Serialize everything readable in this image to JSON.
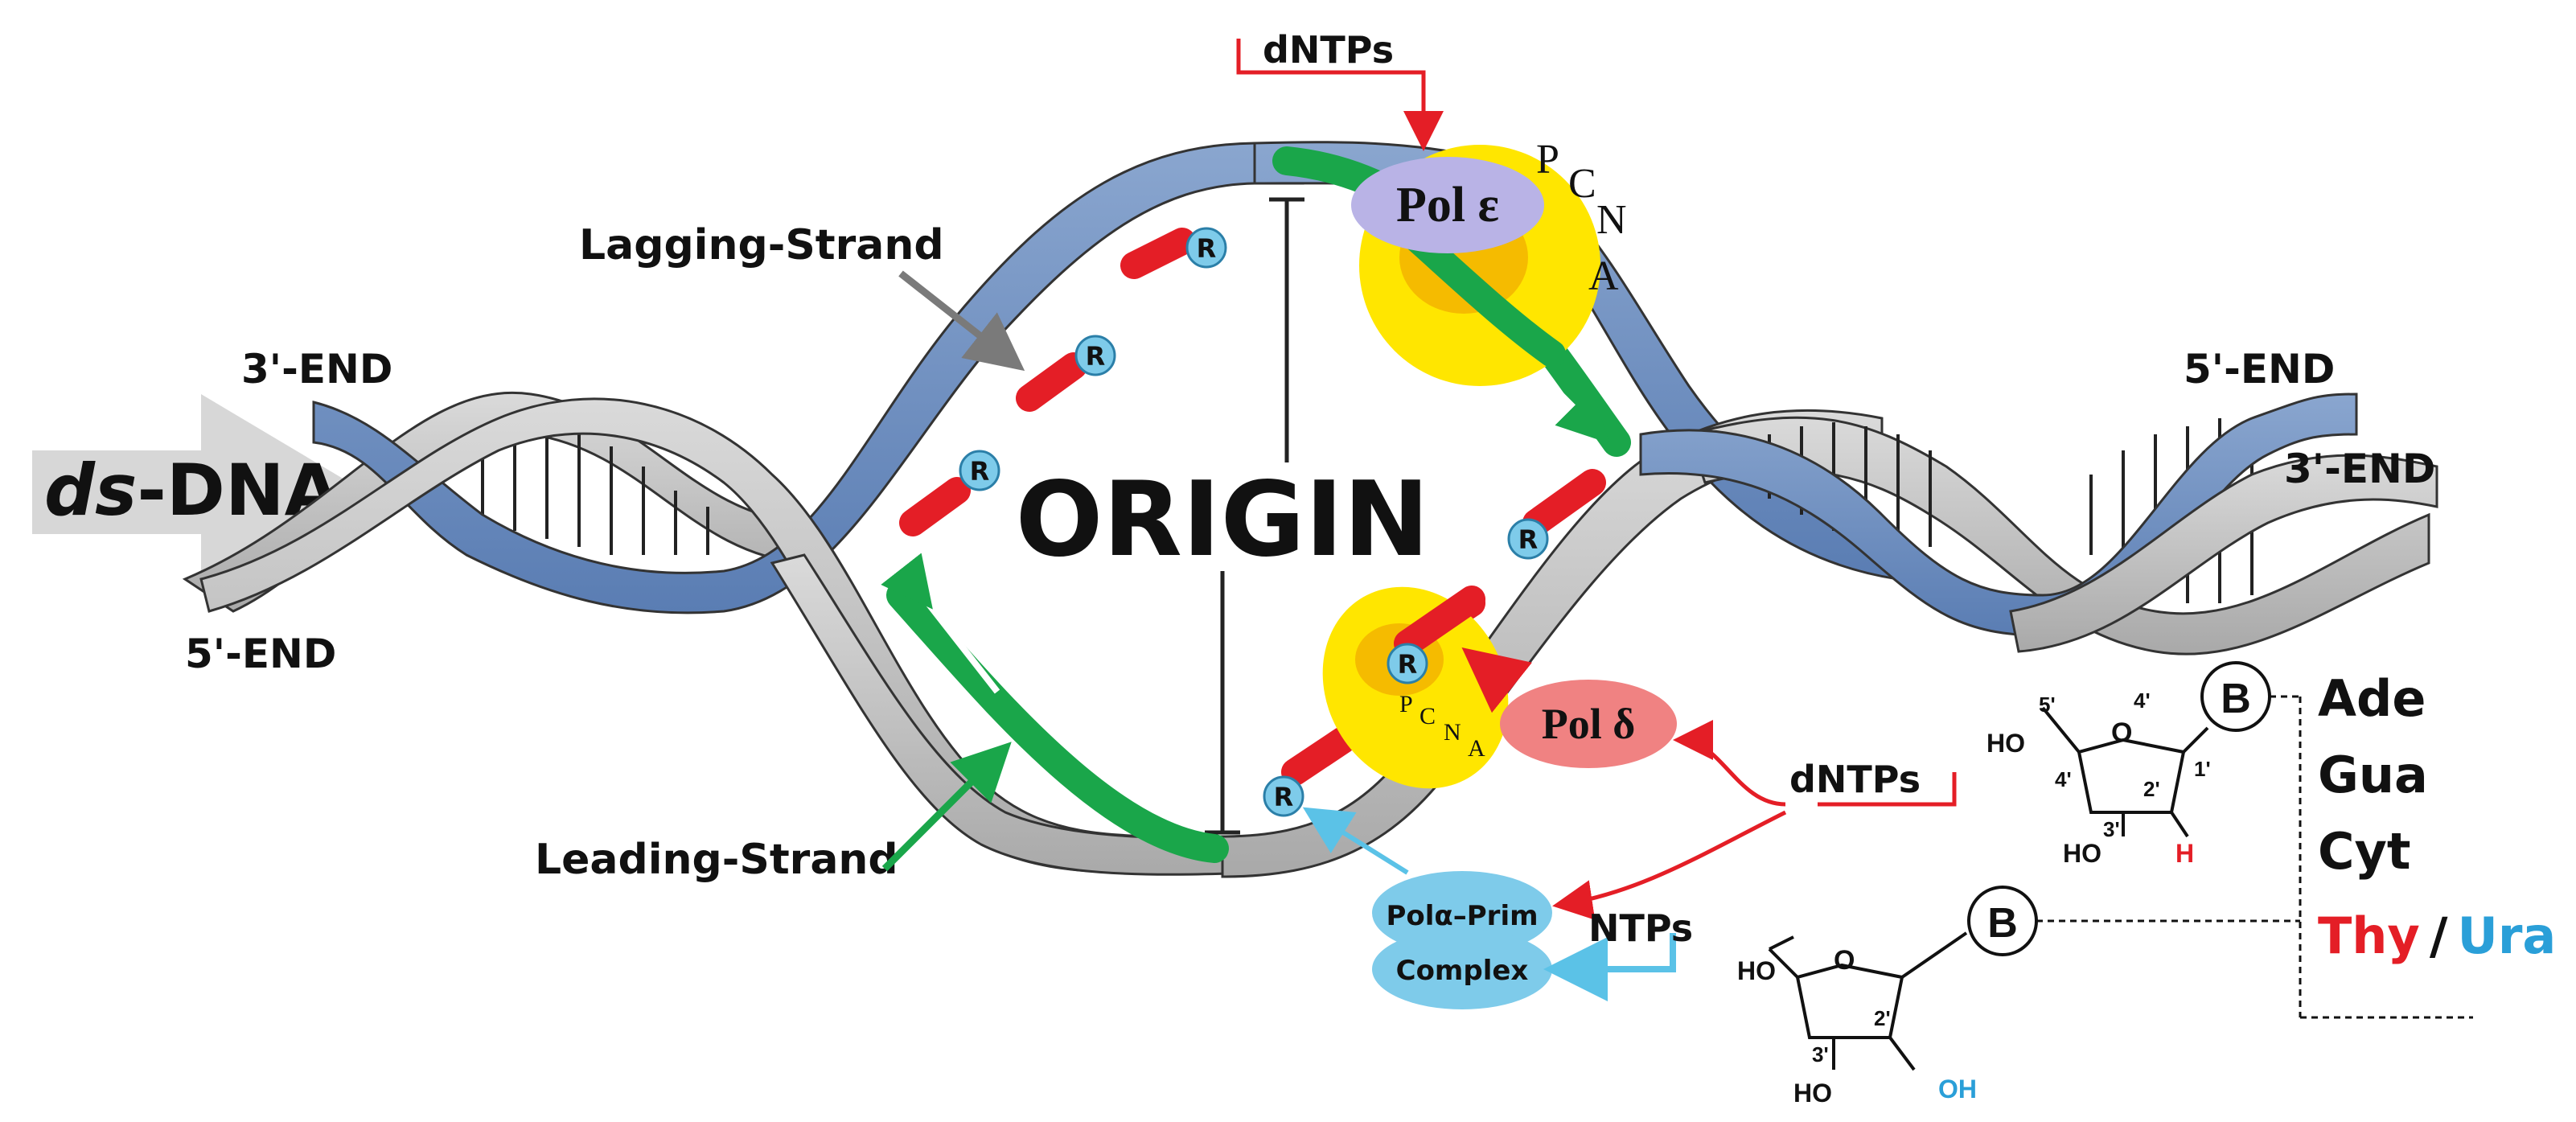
{
  "labels": {
    "ds_italic": "ds",
    "ds_rest": "-DNA",
    "left_top_end": "3'-END",
    "left_bottom_end": "5'-END",
    "right_top_end": "5'-END",
    "right_bottom_end": "3'-END",
    "origin": "ORIGIN",
    "lagging_strand": "Lagging-Strand",
    "leading_strand": "Leading-Strand",
    "dntps_top": "dNTPs",
    "dntps_mid": "dNTPs",
    "ntps": "NTPs",
    "primer": "R"
  },
  "enzymes": {
    "pol_epsilon": "Pol ε",
    "pol_delta": "Pol δ",
    "pcna_top": [
      "P",
      "C",
      "N",
      "A"
    ],
    "pcna_bottom": [
      "P",
      "C",
      "N",
      "A"
    ],
    "pol_alpha_line1": "Polα–Prim",
    "pol_alpha_line2": "Complex"
  },
  "chemistry": {
    "base_symbol": "B",
    "deoxy": {
      "ho5": "HO",
      "ho3": "HO",
      "h2": "H",
      "o": "O",
      "c5": "5'",
      "c4o": "4'",
      "c4": "4'",
      "c3": "3'",
      "c2": "2'",
      "c1": "1'"
    },
    "ribo": {
      "ho5": "HO",
      "ho3": "HO",
      "oh2": "OH",
      "o": "O",
      "c3": "3'",
      "c2": "2'"
    }
  },
  "bases": {
    "ade": "Ade",
    "gua": "Gua",
    "cyt": "Cyt",
    "thy": "Thy",
    "slash": "/",
    "ura": "Ura"
  },
  "colors": {
    "blue_strand": "#6f8fbf",
    "grey_strand": "#c4c4c4",
    "green_strand": "#1aa64a",
    "red_primer": "#e41e26",
    "primer_circle": "#7ecbea",
    "pcna": "#ffe600",
    "pol_epsilon": "#b9b3e6",
    "pol_delta": "#f08282",
    "pol_alpha": "#7ecbea",
    "arrow_red": "#e41e26",
    "arrow_blue": "#5bc2e7",
    "thy": "#e41e26",
    "ura": "#2a9fd8"
  }
}
